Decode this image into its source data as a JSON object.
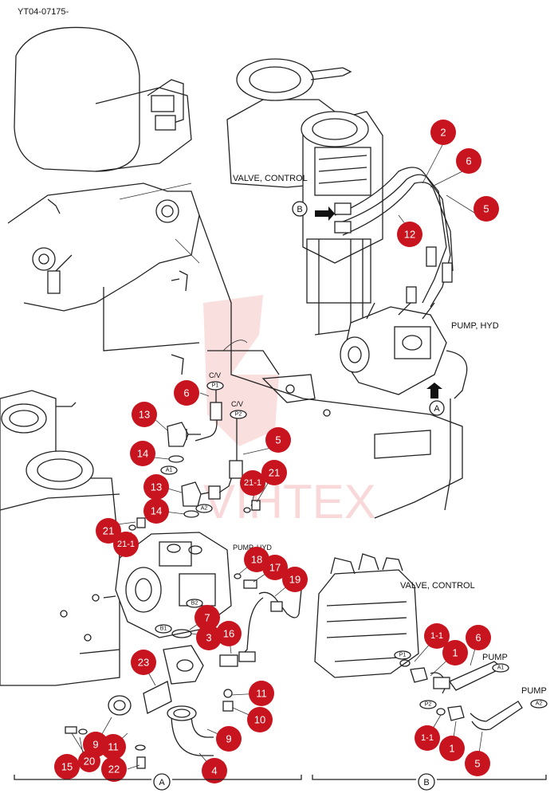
{
  "header": {
    "doc_id": "YT04-07175-"
  },
  "labels": {
    "valve_control_main": "VALVE, CONTROL",
    "pump_hyd_main": "PUMP, HYD",
    "pump_hyd_lower": "PUMP, HYD",
    "valve_control_detail": "VALVE, CONTROL",
    "pump_a1": "PUMP",
    "pump_a2": "PUMP",
    "cv_p1": "C/V",
    "cv_p2": "C/V",
    "watermark": "VIHTEX"
  },
  "view_markers": {
    "a": "A",
    "b": "B"
  },
  "port_tags": {
    "p1_top": "P1",
    "p2_top": "P2",
    "a1_left": "A1",
    "a2_left": "A2",
    "b2": "B2",
    "b1": "B1",
    "p1_right": "P1",
    "a1_right": "A1",
    "p2_right": "P2",
    "a2_right": "A2"
  },
  "callouts": {
    "c2": "2",
    "c6a": "6",
    "c5a": "5",
    "c12": "12",
    "c6b": "6",
    "c13a": "13",
    "c5b": "5",
    "c14a": "14",
    "c21a": "21",
    "c21_1a": "21-1",
    "c13b": "13",
    "c14b": "14",
    "c21b": "21",
    "c21_1b": "21-1",
    "c18": "18",
    "c17": "17",
    "c19": "19",
    "c7": "7",
    "c3": "3",
    "c16": "16",
    "c23": "23",
    "c11a": "11",
    "c10": "10",
    "c9a": "9",
    "c9b": "9",
    "c11b": "11",
    "c15": "15",
    "c20": "20",
    "c22": "22",
    "c4": "4",
    "c1_1a": "1-1",
    "c1a": "1",
    "c6c": "6",
    "c1_1b": "1-1",
    "c1b": "1",
    "c5c": "5"
  },
  "colors": {
    "callout_fill": "#c8141e",
    "line": "#222222",
    "watermark": "#f3b9b9"
  }
}
